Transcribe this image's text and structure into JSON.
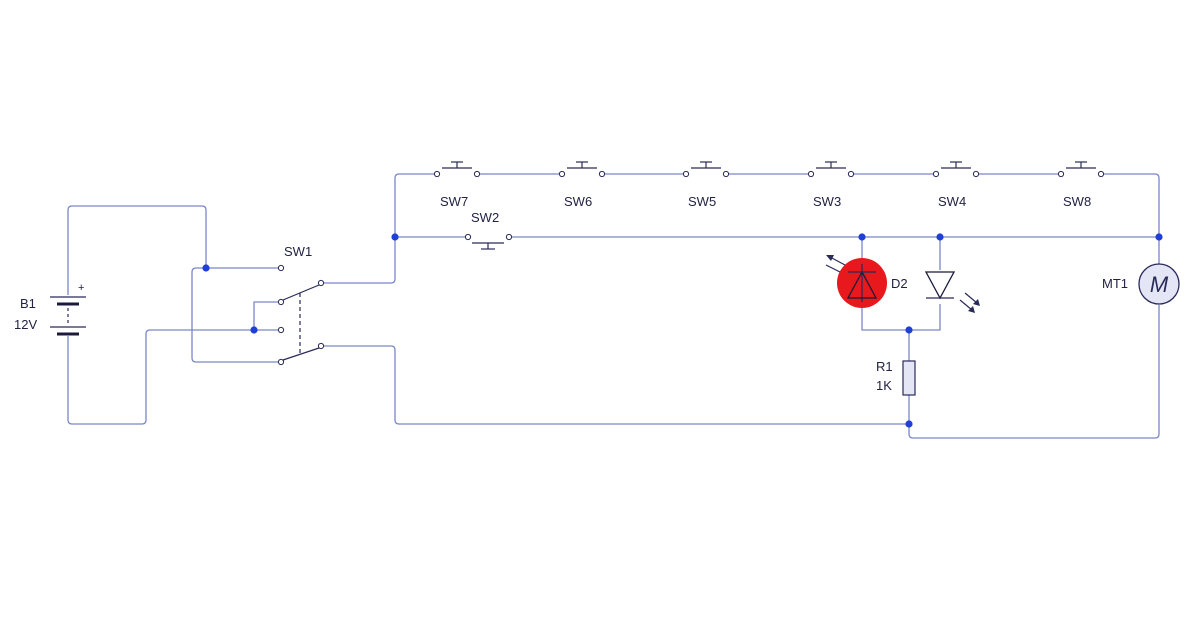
{
  "components": {
    "battery": {
      "name": "B1",
      "value": "12V",
      "plus": "+"
    },
    "sw1": {
      "name": "SW1"
    },
    "sw2": {
      "name": "SW2"
    },
    "sw7": {
      "name": "SW7"
    },
    "sw6": {
      "name": "SW6"
    },
    "sw5": {
      "name": "SW5"
    },
    "sw3": {
      "name": "SW3"
    },
    "sw4": {
      "name": "SW4"
    },
    "sw8": {
      "name": "SW8"
    },
    "led_lit": {
      "name": "D2",
      "state": "lit",
      "color": "#e8191c"
    },
    "resistor": {
      "name": "R1",
      "value": "1K",
      "color": "#e4e6f5"
    },
    "motor": {
      "name": "MT1",
      "symbol": "M",
      "color": "#e4e6f5"
    }
  },
  "colors": {
    "wire": "#7a86c8",
    "junction": "#1f3fd6",
    "component": "#2a2a5a"
  }
}
